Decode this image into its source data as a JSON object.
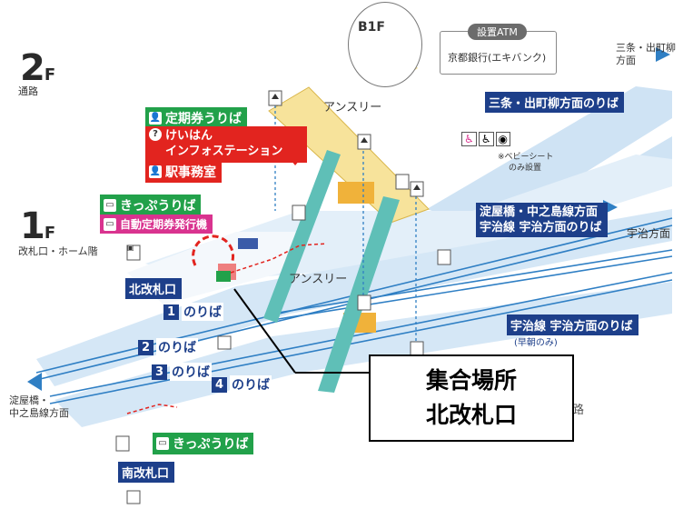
{
  "floors": {
    "floor2": {
      "number": "2",
      "suffix": "F",
      "label": "通路"
    },
    "floor1": {
      "number": "1",
      "suffix": "F",
      "label": "改札口・ホーム階"
    },
    "b1f": "B1F"
  },
  "atm": {
    "title": "設置ATM",
    "bank": "京都銀行(エキバンク)"
  },
  "facilities": {
    "teiki_uriba": "定期券うりば",
    "info_line1": "けいはん",
    "info_line2": "インフォステーション",
    "ekijimushitsu": "駅事務室",
    "kippu_uriba": "きっぷうりば",
    "jidou_teiki": "自動定期券発行機",
    "kippu_uriba_south": "きっぷうりば",
    "baby_seat": "※ベビーシート",
    "baby_seat2": "のみ設置"
  },
  "escalator": {
    "upper": "アンスリー",
    "lower": "アンスリー"
  },
  "gates": {
    "north": "北改札口",
    "south": "南改札口"
  },
  "platforms": [
    {
      "num": "1",
      "label": "のりば"
    },
    {
      "num": "2",
      "label": "のりば"
    },
    {
      "num": "3",
      "label": "のりば"
    },
    {
      "num": "4",
      "label": "のりば"
    }
  ],
  "route_signs": {
    "sanjo": "三条・出町柳方面のりば",
    "yodoyabashi_a": "淀屋橋・中之島線方面",
    "yodoyabashi_b": "宇治線 宇治方面のりば",
    "uji": "宇治線 宇治方面のりば",
    "uji_note": "(早朝のみ)"
  },
  "directions": {
    "top_right_1": "三条・出町柳",
    "top_right_2": "方面",
    "uji": "宇治方面",
    "left_1": "淀屋橋・",
    "left_2": "中之島線方面"
  },
  "callout": {
    "line1": "集合場所",
    "line2": "北改札口"
  },
  "partial_text": "路",
  "icons": {
    "info": "info-icon",
    "staff": "staff-icon",
    "toilet": "toilet-icon",
    "wheelchair": "wheelchair-icon",
    "elevator": "elevator-icon",
    "aed": "aed-icon",
    "taxi": "taxi-icon",
    "phone": "phone-icon"
  },
  "colors": {
    "platform_fill": "#cfe3f4",
    "track_blue": "#2f7fc4",
    "escalator_teal": "#5fbfb7",
    "corridor_yellow": "#f7e39b",
    "route_navy": "#1d3f8a",
    "sign_green": "#22a14a",
    "sign_red": "#e2241f",
    "sign_pink": "#d9338f",
    "marker_red": "#e2241f"
  }
}
